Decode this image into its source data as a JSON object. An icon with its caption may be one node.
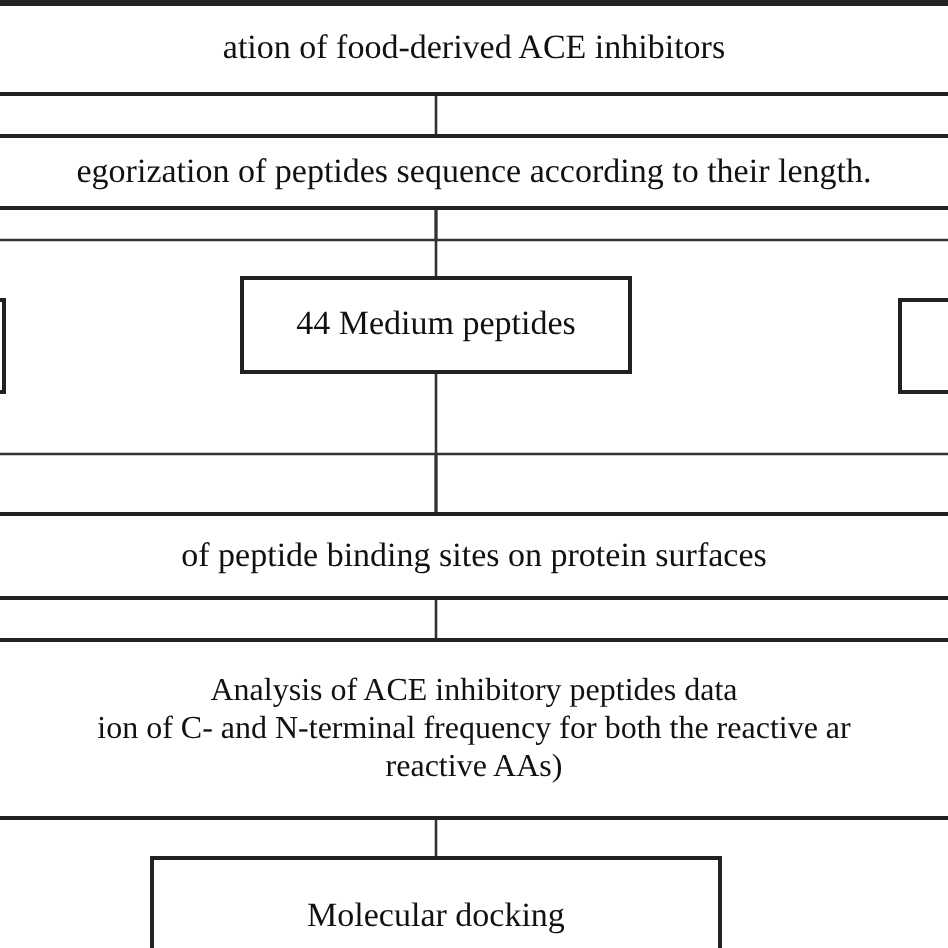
{
  "diagram": {
    "nodes": [
      {
        "text": [
          "ation of food-derived ACE inhibitors"
        ]
      },
      {
        "text": [
          "egorization of peptides sequence according to their length."
        ]
      },
      {
        "text": [],
        "shape": "box"
      },
      {
        "text": [
          "44 Medium peptides"
        ]
      },
      {
        "text": [],
        "shape": "box"
      },
      {
        "text": [
          "of peptide binding sites on protein surfaces"
        ]
      },
      {
        "text": [
          "Analysis of ACE inhibitory peptides data",
          "ion of C- and N-terminal frequency for both the reactive ar reactive AAs)"
        ]
      },
      {
        "text": [
          "Molecular docking"
        ]
      }
    ],
    "edges": [
      {
        "from": 0,
        "to": 1,
        "arrow": "none"
      },
      {
        "from": 1,
        "to": 2,
        "arrow": "none"
      },
      {
        "from": 1,
        "to": 3,
        "arrow": "none"
      },
      {
        "from": 1,
        "to": 4,
        "arrow": "none"
      },
      {
        "from": 2,
        "to": 5,
        "arrow": "none"
      },
      {
        "from": 3,
        "to": 5,
        "arrow": "none"
      },
      {
        "from": 4,
        "to": 5,
        "arrow": "none"
      },
      {
        "from": 5,
        "to": 6,
        "arrow": "none"
      },
      {
        "from": 6,
        "to": 7,
        "arrow": "none"
      }
    ]
  }
}
